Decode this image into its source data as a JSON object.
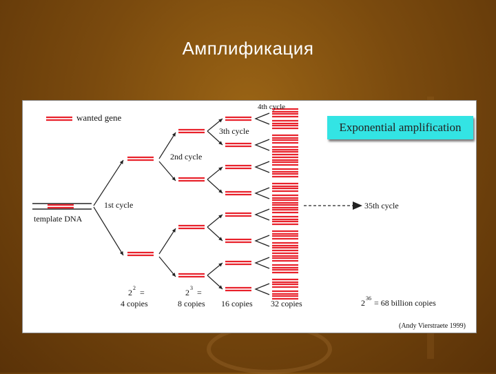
{
  "slide": {
    "title": "Амплификация"
  },
  "figure": {
    "legend_label": "wanted gene",
    "banner": "Exponential amplification",
    "template_label": "template DNA",
    "cycle_labels": [
      "1st cycle",
      "2nd cycle",
      "3th cycle",
      "4th cycle",
      "35th cycle"
    ],
    "copies": [
      {
        "base": "2",
        "exp": "2",
        "eq": "=",
        "label": "4 copies"
      },
      {
        "base": "2",
        "exp": "3",
        "eq": "=",
        "label": "8 copies"
      },
      {
        "label": "16 copies"
      },
      {
        "label": "32 copies"
      },
      {
        "base": "2",
        "exp": "36",
        "eq": "= 68 billion copies"
      }
    ],
    "credit": "(Andy Vierstraete 1999)"
  },
  "colors": {
    "gene": "#e8212b",
    "strand": "#222222",
    "banner": "#33e4e4"
  }
}
